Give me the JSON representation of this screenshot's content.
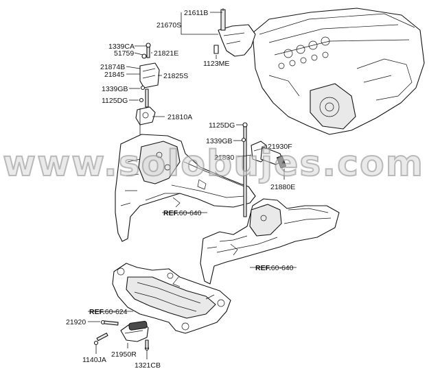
{
  "watermark": "www.solobujes.com",
  "labels": {
    "p21611B": "21611B",
    "p21670S": "21670S",
    "p1123ME": "1123ME",
    "p1339CA": "1339CA",
    "p51759": "51759",
    "p21821E": "21821E",
    "p21874B": "21874B",
    "p21845": "21845",
    "p21825S": "21825S",
    "p1339GB_a": "1339GB",
    "p1125DG_a": "1125DG",
    "p21810A": "21810A",
    "p1125DG_b": "1125DG",
    "p1339GB_b": "1339GB",
    "p21930F": "21930F",
    "p21830": "21830",
    "p21880E": "21880E",
    "p21920": "21920",
    "p1140JA": "1140JA",
    "p21950R": "21950R",
    "p1321CB": "1321CB"
  },
  "refs": {
    "ref1": {
      "prefix": "REF.",
      "number": "60-640"
    },
    "ref2": {
      "prefix": "REF.",
      "number": "60-640"
    },
    "ref3": {
      "prefix": "REF.",
      "number": "60-624"
    }
  }
}
